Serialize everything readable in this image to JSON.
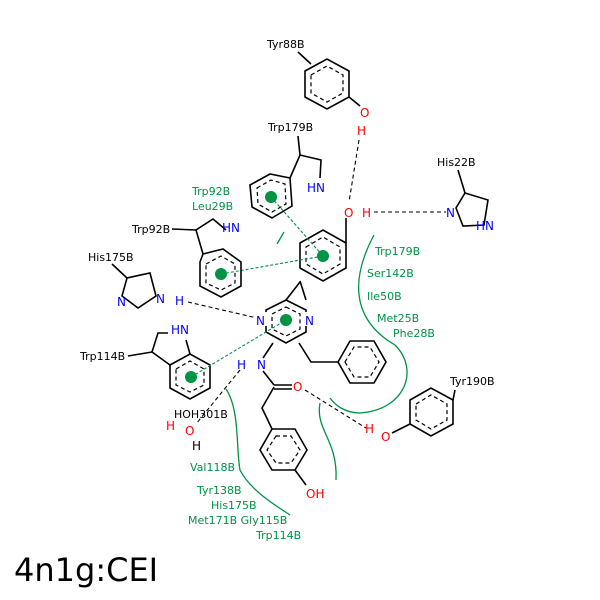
{
  "title": "4n1g:CEI",
  "colors": {
    "hydrophobic": "#009245",
    "nitrogen": "#0000ff",
    "oxygen": "#ff0000",
    "bond": "#000000"
  },
  "residues": {
    "tyr88": "Tyr88B",
    "trp179": "Trp179B",
    "his22": "His22B",
    "trp92": "Trp92B",
    "his175": "His175B",
    "trp114": "Trp114B",
    "hoh301": "HOH301B",
    "tyr190": "Tyr190B"
  },
  "hydrophobic_labels": {
    "trp92": "Trp92B",
    "leu29": "Leu29B",
    "trp179": "Trp179B",
    "ser142": "Ser142B",
    "ile50": "Ile50B",
    "met25": "Met25B",
    "phe28": "Phe28B",
    "val118": "Val118B",
    "tyr138": "Tyr138B",
    "his175": "His175B",
    "met171_gly115": "Met171B Gly115B",
    "trp114": "Trp114B"
  },
  "atoms": {
    "O": "O",
    "H": "H",
    "N": "N",
    "HN": "HN",
    "OH": "OH"
  }
}
